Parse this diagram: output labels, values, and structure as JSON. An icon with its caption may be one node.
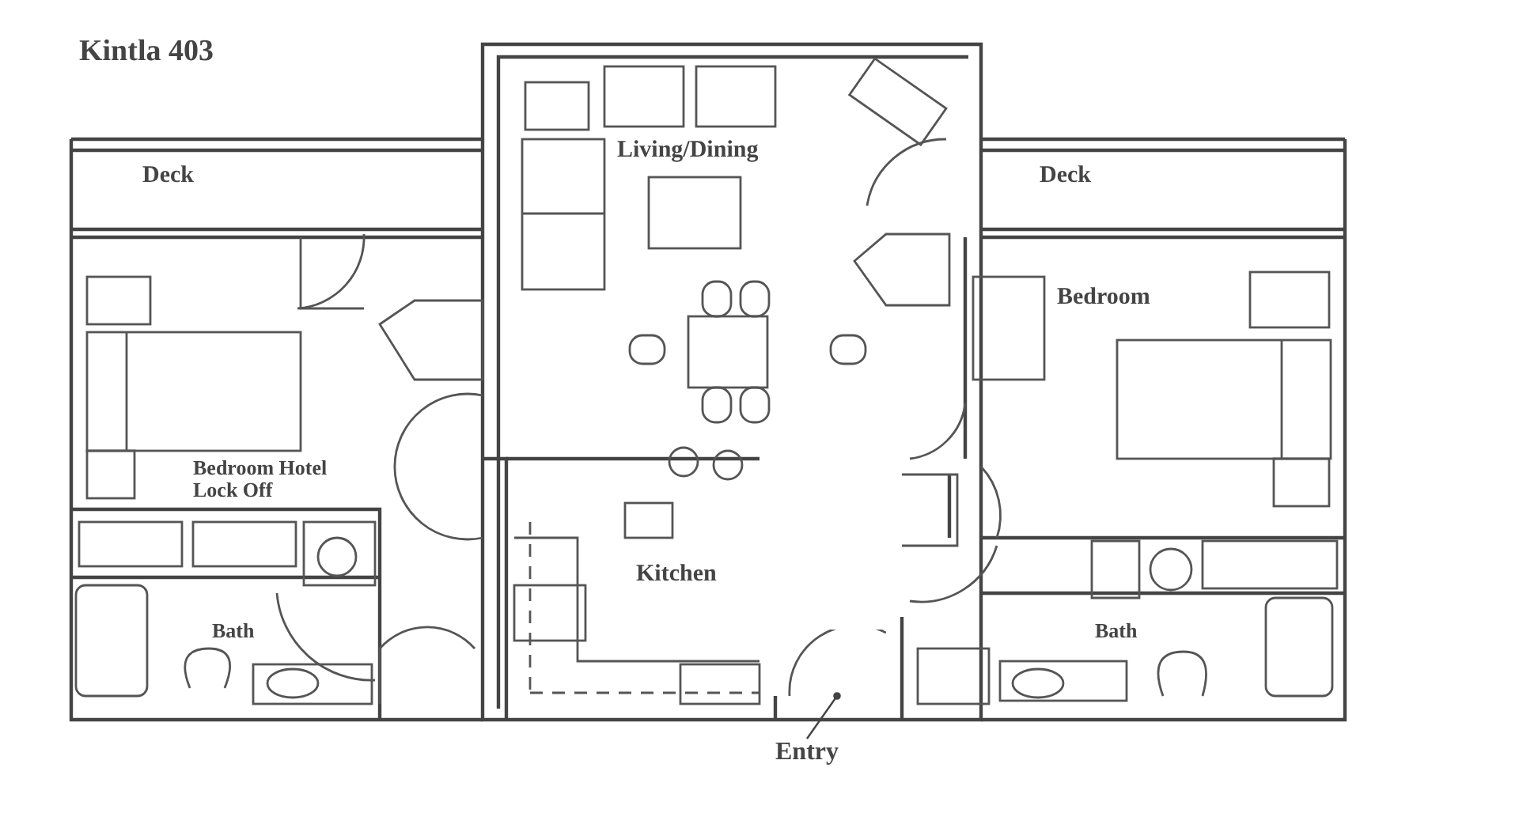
{
  "diagram": {
    "title": "Kintla 403",
    "nodes": [
      {
        "text": [
          "Entry"
        ]
      },
      {
        "text": [],
        "shape": "picture"
      }
    ],
    "edges": [
      {
        "from": 0,
        "to": 1,
        "arrow": "other"
      }
    ],
    "labels": [
      "Deck",
      "Living/Dining",
      "Deck",
      "Bedroom",
      "Bedroom Hotel Lock Off",
      "Kitchen",
      "Bath",
      "Bath"
    ]
  }
}
